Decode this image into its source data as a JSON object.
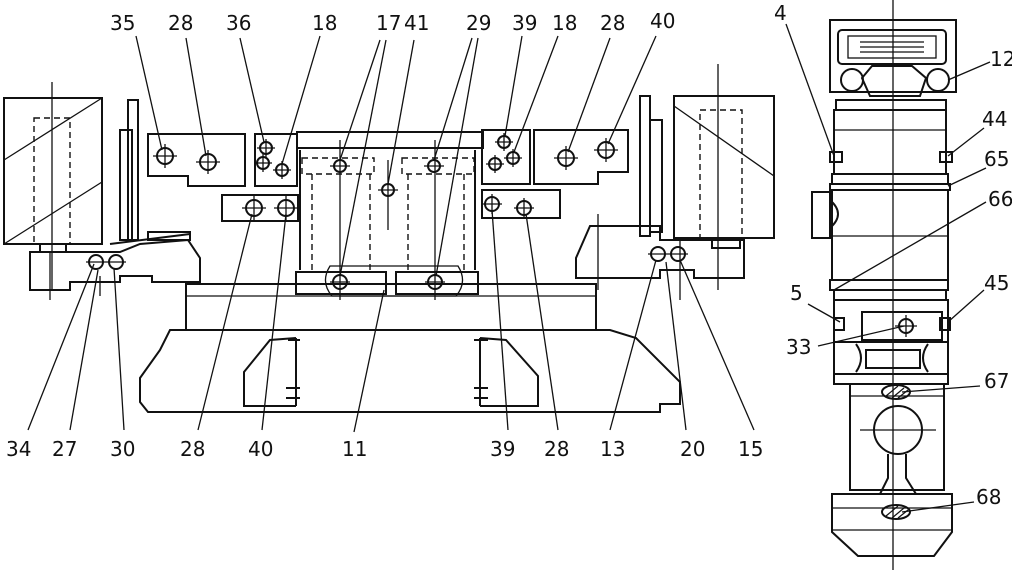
{
  "callouts": [
    {
      "id": "c35a",
      "text": "35"
    },
    {
      "id": "c28a",
      "text": "28"
    },
    {
      "id": "c36",
      "text": "36"
    },
    {
      "id": "c18a",
      "text": "18"
    },
    {
      "id": "c17",
      "text": "17"
    },
    {
      "id": "c41",
      "text": "41"
    },
    {
      "id": "c29",
      "text": "29"
    },
    {
      "id": "c39a",
      "text": "39"
    },
    {
      "id": "c18b",
      "text": "18"
    },
    {
      "id": "c28b",
      "text": "28"
    },
    {
      "id": "c40a",
      "text": "40"
    },
    {
      "id": "c4",
      "text": "4"
    },
    {
      "id": "c12",
      "text": "12"
    },
    {
      "id": "c44",
      "text": "44"
    },
    {
      "id": "c65",
      "text": "65"
    },
    {
      "id": "c66",
      "text": "66"
    },
    {
      "id": "c5",
      "text": "5"
    },
    {
      "id": "c45",
      "text": "45"
    },
    {
      "id": "c33",
      "text": "33"
    },
    {
      "id": "c67",
      "text": "67"
    },
    {
      "id": "c68",
      "text": "68"
    },
    {
      "id": "c34",
      "text": "34"
    },
    {
      "id": "c27",
      "text": "27"
    },
    {
      "id": "c30",
      "text": "30"
    },
    {
      "id": "c28c",
      "text": "28"
    },
    {
      "id": "c40b",
      "text": "40"
    },
    {
      "id": "c11",
      "text": "11"
    },
    {
      "id": "c39b",
      "text": "39"
    },
    {
      "id": "c28d",
      "text": "28"
    },
    {
      "id": "c13",
      "text": "13"
    },
    {
      "id": "c20",
      "text": "20"
    },
    {
      "id": "c15",
      "text": "15"
    }
  ]
}
